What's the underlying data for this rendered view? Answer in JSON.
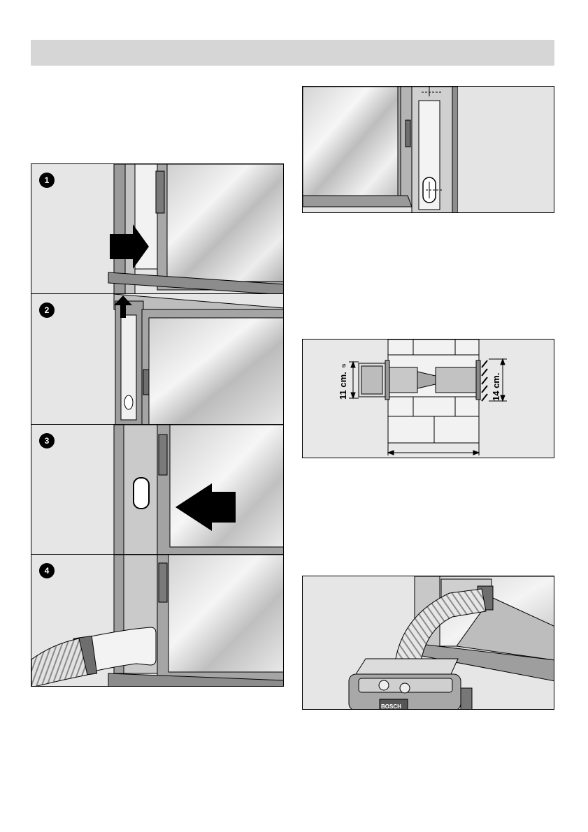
{
  "steps": [
    "1",
    "2",
    "3",
    "4"
  ],
  "wall_diagram": {
    "inner_dimension": "11 cm.",
    "outer_dimension": "14 cm.",
    "diameter_symbol": "ø"
  },
  "unit": {
    "brand": "BOSCH"
  }
}
